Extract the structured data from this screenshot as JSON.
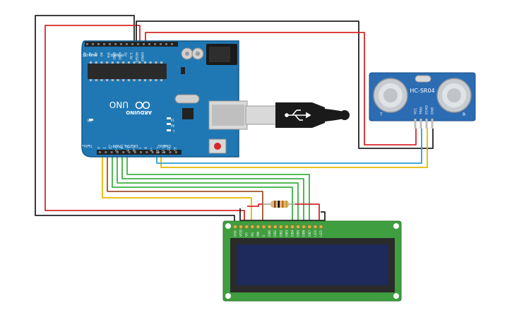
{
  "arduino": {
    "brand": "ARDUINO",
    "model": "UNO",
    "section_digital": "DIGITAL (PWM~)",
    "section_power": "POWER",
    "section_analog": "ANALOG IN",
    "label_aref": "AREF",
    "label_gnd": "GND",
    "label_tx": "TX",
    "label_rx": "RX",
    "label_on": "ON",
    "label_l": "L",
    "label_txrx": "TX▸",
    "label_rxrx": "RX◂",
    "power_pins": [
      "IOREF",
      "RESET",
      "3.3V",
      "5V",
      "GND",
      "GND",
      "VIN"
    ],
    "analog_pins": [
      "A0",
      "A1",
      "A2",
      "A3",
      "A4",
      "A5"
    ],
    "digital_pins": [
      "0",
      "1",
      "2",
      "~3",
      "4",
      "~5",
      "~6",
      "7",
      "8",
      "~9",
      "~10",
      "~11",
      "12",
      "13"
    ],
    "colors": {
      "board": "#1f78b4",
      "board_dark": "#14598a",
      "silk": "#ffffff"
    }
  },
  "sensor": {
    "name": "HC-SR04",
    "pins": [
      "VCC",
      "TRIG",
      "ECHO",
      "GND"
    ],
    "corner_left": "T",
    "corner_right": "R",
    "colors": {
      "board": "#2b6cb3",
      "can": "#c8ccd0"
    }
  },
  "lcd": {
    "pins": [
      "VSS",
      "VDD",
      "V0",
      "RS",
      "RW",
      "E",
      "DB0",
      "DB1",
      "DB2",
      "DB3",
      "DB4",
      "DB5",
      "DB6",
      "DB7",
      "LED",
      "LED"
    ],
    "colors": {
      "board": "#3f9e3f",
      "bezel": "#2b2b2b",
      "screen": "#1f2a5c"
    }
  },
  "resistor": {
    "bands": [
      "#8b4513",
      "#000000",
      "#cc6600",
      "#c9a227"
    ]
  },
  "usb": {
    "colors": {
      "cable": "#1a1a1a",
      "metal": "#d9d9d9"
    }
  },
  "wires": {
    "colors": {
      "red": "#d62728",
      "black": "#222222",
      "yellow": "#e6b800",
      "blue": "#2a9fd6",
      "green": "#3cb043",
      "brown": "#a0522d"
    }
  }
}
